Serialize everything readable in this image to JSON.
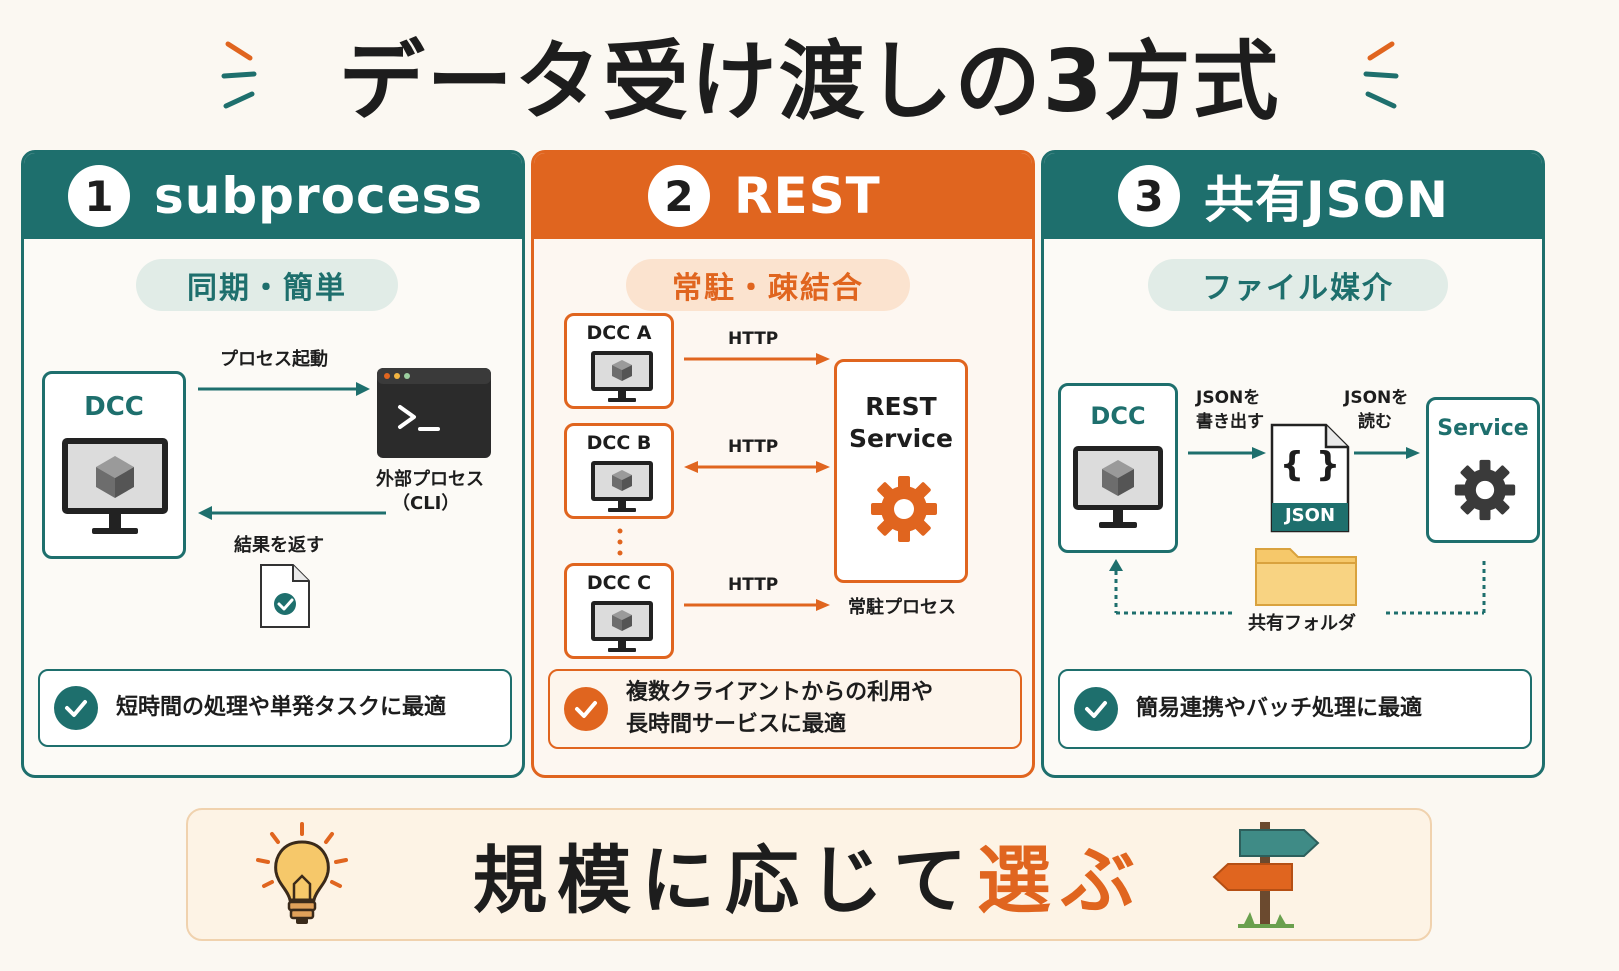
{
  "title": "データ受け渡しの3方式",
  "colors": {
    "teal": "#1e6f6d",
    "orange": "#e0651f",
    "folder": "#f6c86a"
  },
  "cards": [
    {
      "number": "1",
      "title": "subprocess",
      "tag": "同期・簡単",
      "dcc_label": "DCC",
      "arrow_top_label": "プロセス起動",
      "process_label_1": "外部プロセス",
      "process_label_2": "（CLI）",
      "arrow_bottom_label": "結果を返す",
      "footer_lines": [
        "短時間の処理や単発タスクに最適"
      ]
    },
    {
      "number": "2",
      "title": "REST",
      "tag": "常駐・疎結合",
      "clients": [
        "DCC A",
        "DCC B",
        "DCC C"
      ],
      "http_label": "HTTP",
      "service_label_1": "REST",
      "service_label_2": "Service",
      "service_caption": "常駐プロセス",
      "footer_lines": [
        "複数クライアントからの利用や",
        "長時間サービスに最適"
      ]
    },
    {
      "number": "3",
      "title": "共有JSON",
      "tag": "ファイル媒介",
      "dcc_label": "DCC",
      "write_label_1": "JSONを",
      "write_label_2": "書き出す",
      "read_label_1": "JSONを",
      "read_label_2": "読む",
      "json_braces": "{ }",
      "json_file_label": "JSON",
      "service_label": "Service",
      "folder_label": "共有フォルダ",
      "footer_lines": [
        "簡易連携やバッチ処理に最適"
      ]
    }
  ],
  "bottom": {
    "text_main": "規模に応じて",
    "text_accent": "選ぶ"
  },
  "icons": [
    "monitor-icon",
    "cube-icon",
    "terminal-icon",
    "document-check-icon",
    "gear-icon",
    "json-file-icon",
    "folder-icon",
    "check-icon",
    "lightbulb-icon",
    "signpost-icon"
  ]
}
